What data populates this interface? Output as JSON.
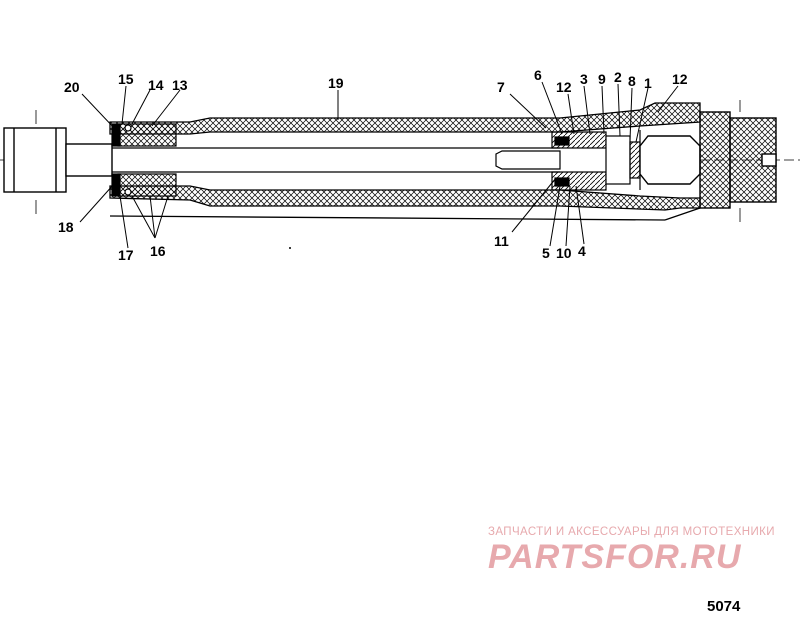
{
  "callouts": {
    "c20": "20",
    "c15": "15",
    "c14": "14",
    "c13": "13",
    "c19": "19",
    "c7": "7",
    "c6": "6",
    "c12a": "12",
    "c3": "3",
    "c9": "9",
    "c2": "2",
    "c8": "8",
    "c1": "1",
    "c12b": "12",
    "c18": "18",
    "c17": "17",
    "c16": "16",
    "c11": "11",
    "c5": "5",
    "c10": "10",
    "c4": "4"
  },
  "figure_number": "5074",
  "watermark": {
    "tagline": "ЗАПЧАСТИ И АКСЕССУАРЫ ДЛЯ МОТОТЕХНИКИ",
    "logo_text": "PARTSFOR.RU",
    "color": "#e7a9ad"
  }
}
